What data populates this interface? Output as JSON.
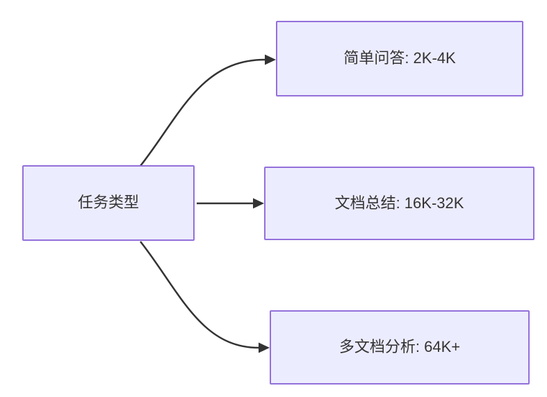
{
  "diagram": {
    "type": "flowchart-left-to-right",
    "root": {
      "label": "任务类型"
    },
    "children": [
      {
        "label": "简单问答: 2K-4K"
      },
      {
        "label": "文档总结: 16K-32K"
      },
      {
        "label": "多文档分析: 64K+"
      }
    ],
    "edges": [
      {
        "from": "任务类型",
        "to": "简单问答: 2K-4K"
      },
      {
        "from": "任务类型",
        "to": "文档总结: 16K-32K"
      },
      {
        "from": "任务类型",
        "to": "多文档分析: 64K+"
      }
    ],
    "colors": {
      "background": "#FFFFFF",
      "node_fill": "#ECECFF",
      "node_border": "#9370DB",
      "edge": "#333333",
      "text": "#333333"
    }
  }
}
